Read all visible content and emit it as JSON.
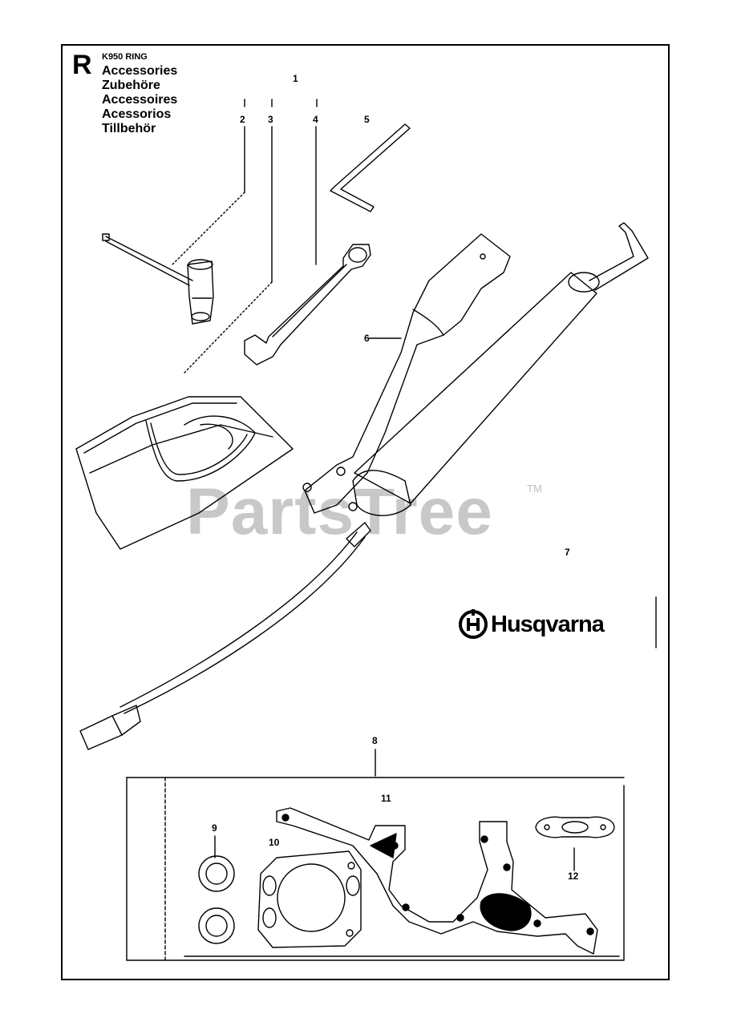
{
  "header": {
    "section_letter": "R",
    "model": "K950 RING",
    "titles": [
      "Accessories",
      "Zubehöre",
      "Accessoires",
      "Acessorios",
      "Tillbehör"
    ]
  },
  "callouts": [
    "1",
    "2",
    "3",
    "4",
    "5",
    "6",
    "7",
    "8",
    "9",
    "10",
    "11",
    "12"
  ],
  "watermark": {
    "text": "PartsTree",
    "trademark": "TM"
  },
  "brand": {
    "name": "Husqvarna"
  },
  "colors": {
    "line": "#000000",
    "watermark": "#c8c8c8"
  }
}
